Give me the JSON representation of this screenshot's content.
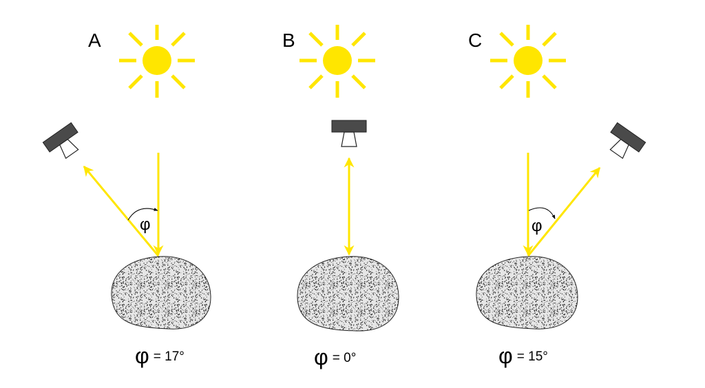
{
  "colors": {
    "sun": "#FFE600",
    "ray": "#FFE600",
    "sensor": "#4a4a4a",
    "rock_fill": "#d8d8d8"
  },
  "panels": [
    {
      "letter": "A",
      "phi_symbol": "φ",
      "caption_symbol": "φ",
      "caption_value": "= 17°"
    },
    {
      "letter": "B",
      "caption_symbol": "φ",
      "caption_value": "= 0°"
    },
    {
      "letter": "C",
      "phi_symbol": "φ",
      "caption_symbol": "φ",
      "caption_value": "= 15°"
    }
  ]
}
